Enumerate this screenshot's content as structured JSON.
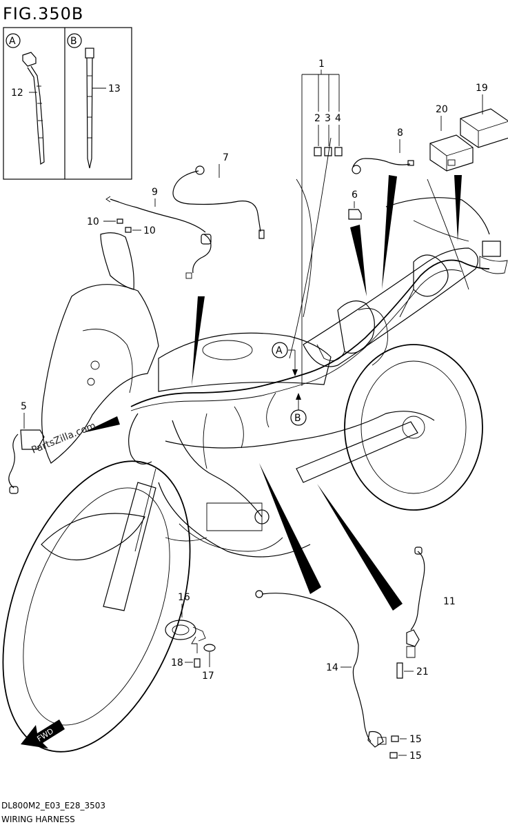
{
  "figure_title": "FIG.350B",
  "callouts": {
    "a": "A",
    "b": "B"
  },
  "parts": {
    "p1": "1",
    "p2": "2",
    "p3": "3",
    "p4": "4",
    "p5": "5",
    "p6": "6",
    "p7": "7",
    "p8": "8",
    "p9": "9",
    "p10a": "10",
    "p10b": "10",
    "p11": "11",
    "p12": "12",
    "p13": "13",
    "p14": "14",
    "p15a": "15",
    "p15b": "15",
    "p16": "16",
    "p17": "17",
    "p18": "18",
    "p19": "19",
    "p20": "20",
    "p21": "21"
  },
  "fwd_label": "FWD",
  "watermark": "PartsZilla.com",
  "footer": {
    "model_code": "DL800M2_E03_E28_3503",
    "section": "WIRING HARNESS"
  },
  "icons": [
    "fwd-arrow-icon",
    "callout-a-icon",
    "callout-b-icon"
  ]
}
